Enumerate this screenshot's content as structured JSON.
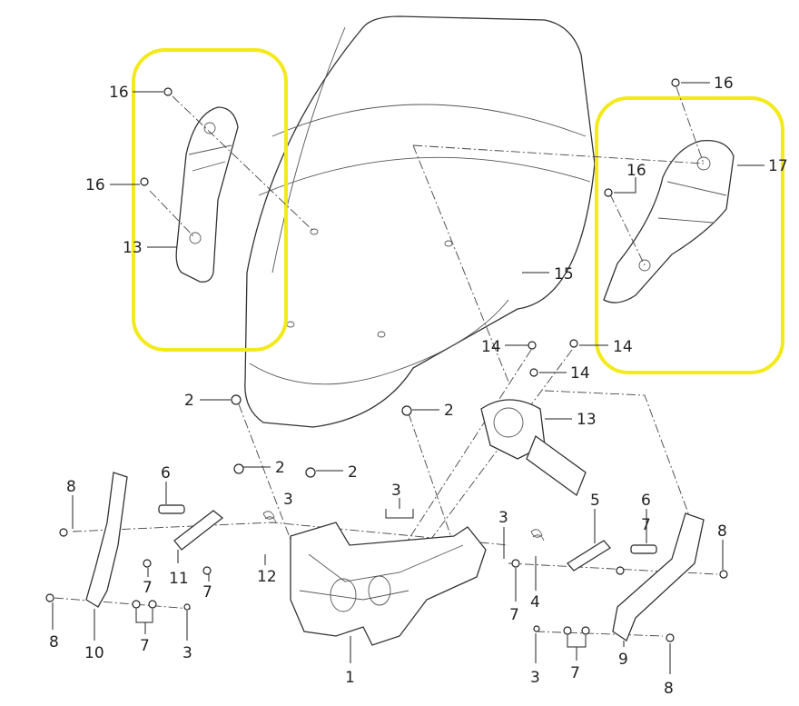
{
  "title": "Windshield adjustment assembly exploded view",
  "highlight_color": "#f2ea1a",
  "labels": [
    "16",
    "16",
    "13",
    "16",
    "16",
    "17",
    "15",
    "14",
    "14",
    "14",
    "2",
    "2",
    "13",
    "2",
    "2",
    "6",
    "3",
    "3",
    "8",
    "6",
    "5",
    "3",
    "7",
    "8",
    "11",
    "12",
    "7",
    "7",
    "4",
    "7",
    "8",
    "10",
    "7",
    "3",
    "1",
    "9",
    "8",
    "3",
    "7"
  ]
}
